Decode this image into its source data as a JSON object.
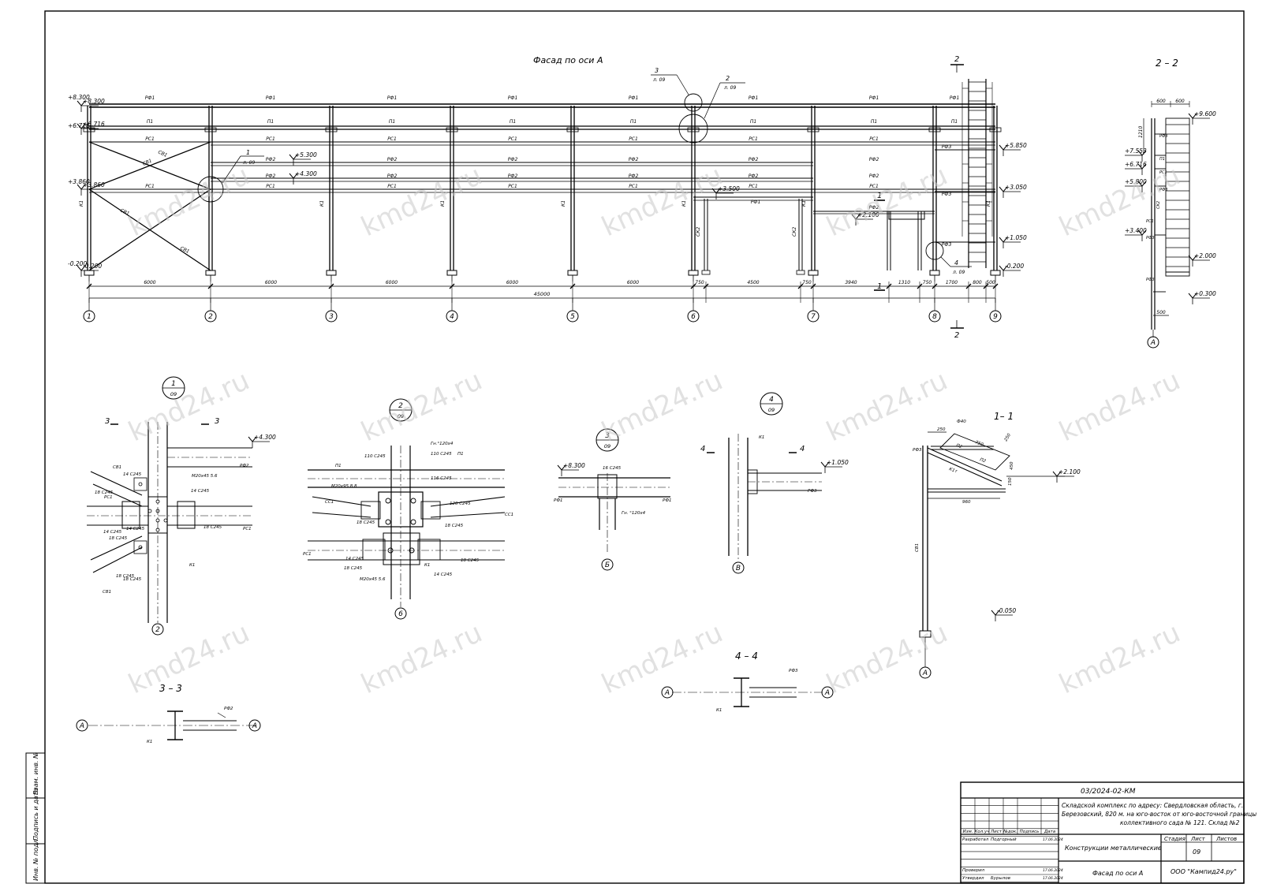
{
  "main_view": {
    "title": "Фасад по оси А",
    "axes": [
      "1",
      "2",
      "3",
      "4",
      "5",
      "6",
      "7",
      "8",
      "9"
    ],
    "spans": [
      "6000",
      "6000",
      "6000",
      "6000",
      "6000",
      "750",
      "4500",
      "750",
      "3940",
      "1310",
      "750",
      "1700",
      "800",
      "500"
    ],
    "overall": "45000",
    "elevations_left": [
      "+8.300",
      "+6.716",
      "+3.860",
      "-0.200"
    ],
    "elevations_right": [
      "+5.850",
      "+3.050",
      "+1.050",
      "-0.200"
    ],
    "inner_elevations": [
      "+5.300",
      "+4.300",
      "+3.500",
      "+2.100"
    ],
    "member_labels": {
      "top_chord": "РФ1",
      "purlin": "П1",
      "mid": "РС1",
      "brace": "СВ1",
      "brace2": "РФ2",
      "column": "К1",
      "column2": "СК2",
      "sub": "РФ3"
    },
    "callouts": [
      {
        "num": "1",
        "sheet": "л. 09"
      },
      {
        "num": "2",
        "sheet": "л. 09"
      },
      {
        "num": "3",
        "sheet": "л. 09"
      },
      {
        "num": "4",
        "sheet": "л. 09"
      }
    ],
    "section_marks": [
      "2",
      "1"
    ]
  },
  "section_2_2": {
    "title": "2 – 2",
    "dims": [
      "600",
      "600",
      "1210",
      "500"
    ],
    "elevations": [
      "+9.600",
      "+7.553",
      "+6.716",
      "+5.800",
      "+3.400",
      "+2.000",
      "+0.300"
    ],
    "axis": "А"
  },
  "details": {
    "node1": {
      "num": "1",
      "sheet": "09",
      "axis": "2",
      "cut": "3",
      "elev": "+4.300",
      "labels": [
        "СВ1",
        "14 С245",
        "18 С245",
        "РС1",
        "14 С245",
        "18 С245",
        "14 С245",
        "18 С245",
        "18 С245",
        "СВ1",
        "М20х45 5.6",
        "14 С245",
        "18 С245",
        "РС1",
        "К1",
        "РФ2"
      ]
    },
    "node2": {
      "num": "2",
      "sheet": "09",
      "axis": "6",
      "labels": [
        "П1",
        "110 С245",
        "110 С245",
        "Гн.°120х4",
        "П1",
        "М20х95 8.8",
        "116 С245",
        "СС1",
        "120 С245",
        "18 С245",
        "18 С245",
        "СС1",
        "РС1",
        "14 С245",
        "18 С245",
        "М20х45 5.6",
        "К1",
        "14 С245",
        "18 С245"
      ]
    },
    "node3": {
      "num": "3",
      "sheet": "09",
      "axis": "Б",
      "elev": "+8.300",
      "labels": [
        "16 С245",
        "РФ1",
        "РФ1",
        "Гн. °120х4"
      ]
    },
    "node4": {
      "num": "4",
      "sheet": "09",
      "axis": "В",
      "cut": "4",
      "elev": "+1.050",
      "labels": [
        "К1",
        "РФ3"
      ]
    },
    "section_1_1": {
      "title": "1– 1",
      "dims": [
        "250",
        "750",
        "750",
        "450",
        "250",
        "960",
        "150",
        "Ф40"
      ],
      "elev_top": "+2.100",
      "elev_bot": "-0.050",
      "labels": [
        "РФ3",
        "П2",
        "П2",
        "К1т",
        "СВ1"
      ],
      "axis": "А"
    },
    "section_3_3": {
      "title": "3 – 3",
      "axis": "А",
      "labels": [
        "РФ2",
        "К1"
      ]
    },
    "section_4_4": {
      "title": "4 – 4",
      "axis": "А",
      "labels": [
        "РФ3",
        "К1"
      ]
    }
  },
  "title_block": {
    "code": "03/2024-02-КМ",
    "project": "Складской комплекс по адресу: Свердловская область, г. Березовский, 820 м. на юго-восток от юго-восточной границы коллективного сада № 121. Склад №2",
    "header_cols": [
      "Изм.",
      "Кол.уч",
      "Лист",
      "№док.",
      "Подпись",
      "Дата"
    ],
    "rows": [
      {
        "role": "Разработал",
        "name": "Подгорный",
        "date": "17.06.2024"
      },
      {
        "role": "Проверил",
        "name": "",
        "date": "17.06.2024"
      },
      {
        "role": "Утвердил",
        "name": "Бурылов",
        "date": "17.06.2024"
      }
    ],
    "section_title": "Конструкции металлические",
    "sheet_title": "Фасад по оси А",
    "stage_label": "Стадия",
    "sheet_label": "Лист",
    "sheets_label": "Листов",
    "sheet_no": "09",
    "company": "ООО \"Кампид24.ру\""
  },
  "left_strip": [
    "Взам. инв. №",
    "Подпись и дата",
    "Инв. № подл."
  ],
  "watermark": "kmd24.ru"
}
